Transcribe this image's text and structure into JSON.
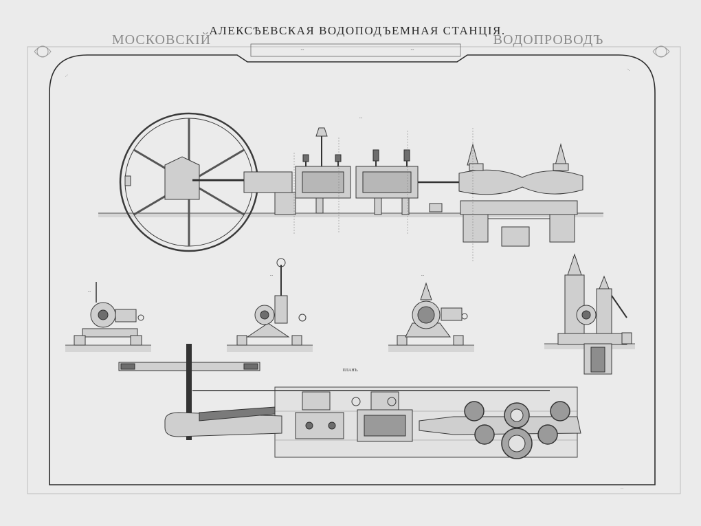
{
  "title": "АЛЕКСѢЕВСКАЯ ВОДОПОДЪЕМНАЯ СТАНЦІЯ.",
  "left_heading": "МОСКОВСКІЙ",
  "right_heading": "ВОДОПРОВОДЪ",
  "subtitle_left": "...",
  "subtitle_right": "...",
  "corner_left": "...",
  "corner_right": "...",
  "views": {
    "main_elevation": "...",
    "section_ab": "...",
    "section_cd": "...",
    "section_ef": "...",
    "section_gh": "...",
    "plan": "ПЛАНЪ."
  },
  "imprint": "..."
}
